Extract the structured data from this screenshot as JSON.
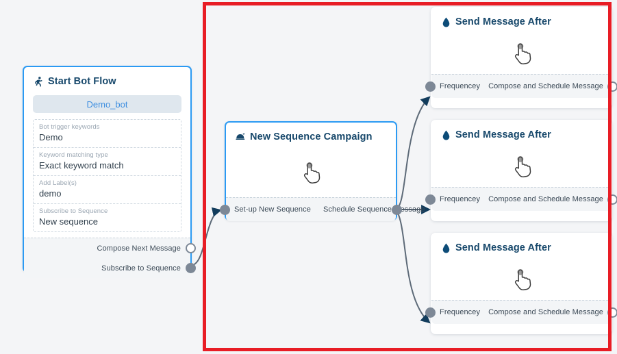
{
  "canvas": {
    "background_color": "#f4f5f7",
    "annotation_rect_color": "#e81d25",
    "accent_blue": "#2b9af3",
    "heading_color": "#17486b",
    "port_color": "#7d8896",
    "edge_color": "#5d6a78"
  },
  "nodes": {
    "start_bot_flow": {
      "title": "Start Bot Flow",
      "icon": "running-person-icon",
      "bot_name": "Demo_bot",
      "fields": [
        {
          "label": "Bot trigger keywords",
          "value": "Demo"
        },
        {
          "label": "Keyword matching type",
          "value": "Exact keyword match"
        },
        {
          "label": "Add Label(s)",
          "value": "demo"
        },
        {
          "label": "Subscribe to Sequence",
          "value": "New sequence"
        }
      ],
      "ports": [
        {
          "label": "Compose Next Message",
          "state": "hollow"
        },
        {
          "label": "Subscribe to Sequence",
          "state": "filled"
        }
      ]
    },
    "new_sequence_campaign": {
      "title": "New Sequence Campaign",
      "icon": "sequence-campaign-icon",
      "body_icon": "hand-pointer-cursor-icon",
      "input_port_label": "Set-up New Sequence",
      "output_port_label": "Schedule Sequence Message",
      "input_port_state": "filled",
      "output_port_state": "filled"
    },
    "send_message_cards": [
      {
        "title": "Send Message After",
        "icon": "water-drop-icon",
        "body_icon": "hand-pointer-cursor-icon",
        "input_port_label": "Frequencey",
        "output_port_label": "Compose and Schedule Message",
        "input_port_state": "filled",
        "output_port_state": "hollow"
      },
      {
        "title": "Send Message After",
        "icon": "water-drop-icon",
        "body_icon": "hand-pointer-cursor-icon",
        "input_port_label": "Frequencey",
        "output_port_label": "Compose and Schedule Message",
        "input_port_state": "filled",
        "output_port_state": "hollow"
      },
      {
        "title": "Send Message After",
        "icon": "water-drop-icon",
        "body_icon": "hand-pointer-cursor-icon",
        "input_port_label": "Frequencey",
        "output_port_label": "Compose and Schedule Message",
        "input_port_state": "filled",
        "output_port_state": "hollow"
      }
    ]
  }
}
